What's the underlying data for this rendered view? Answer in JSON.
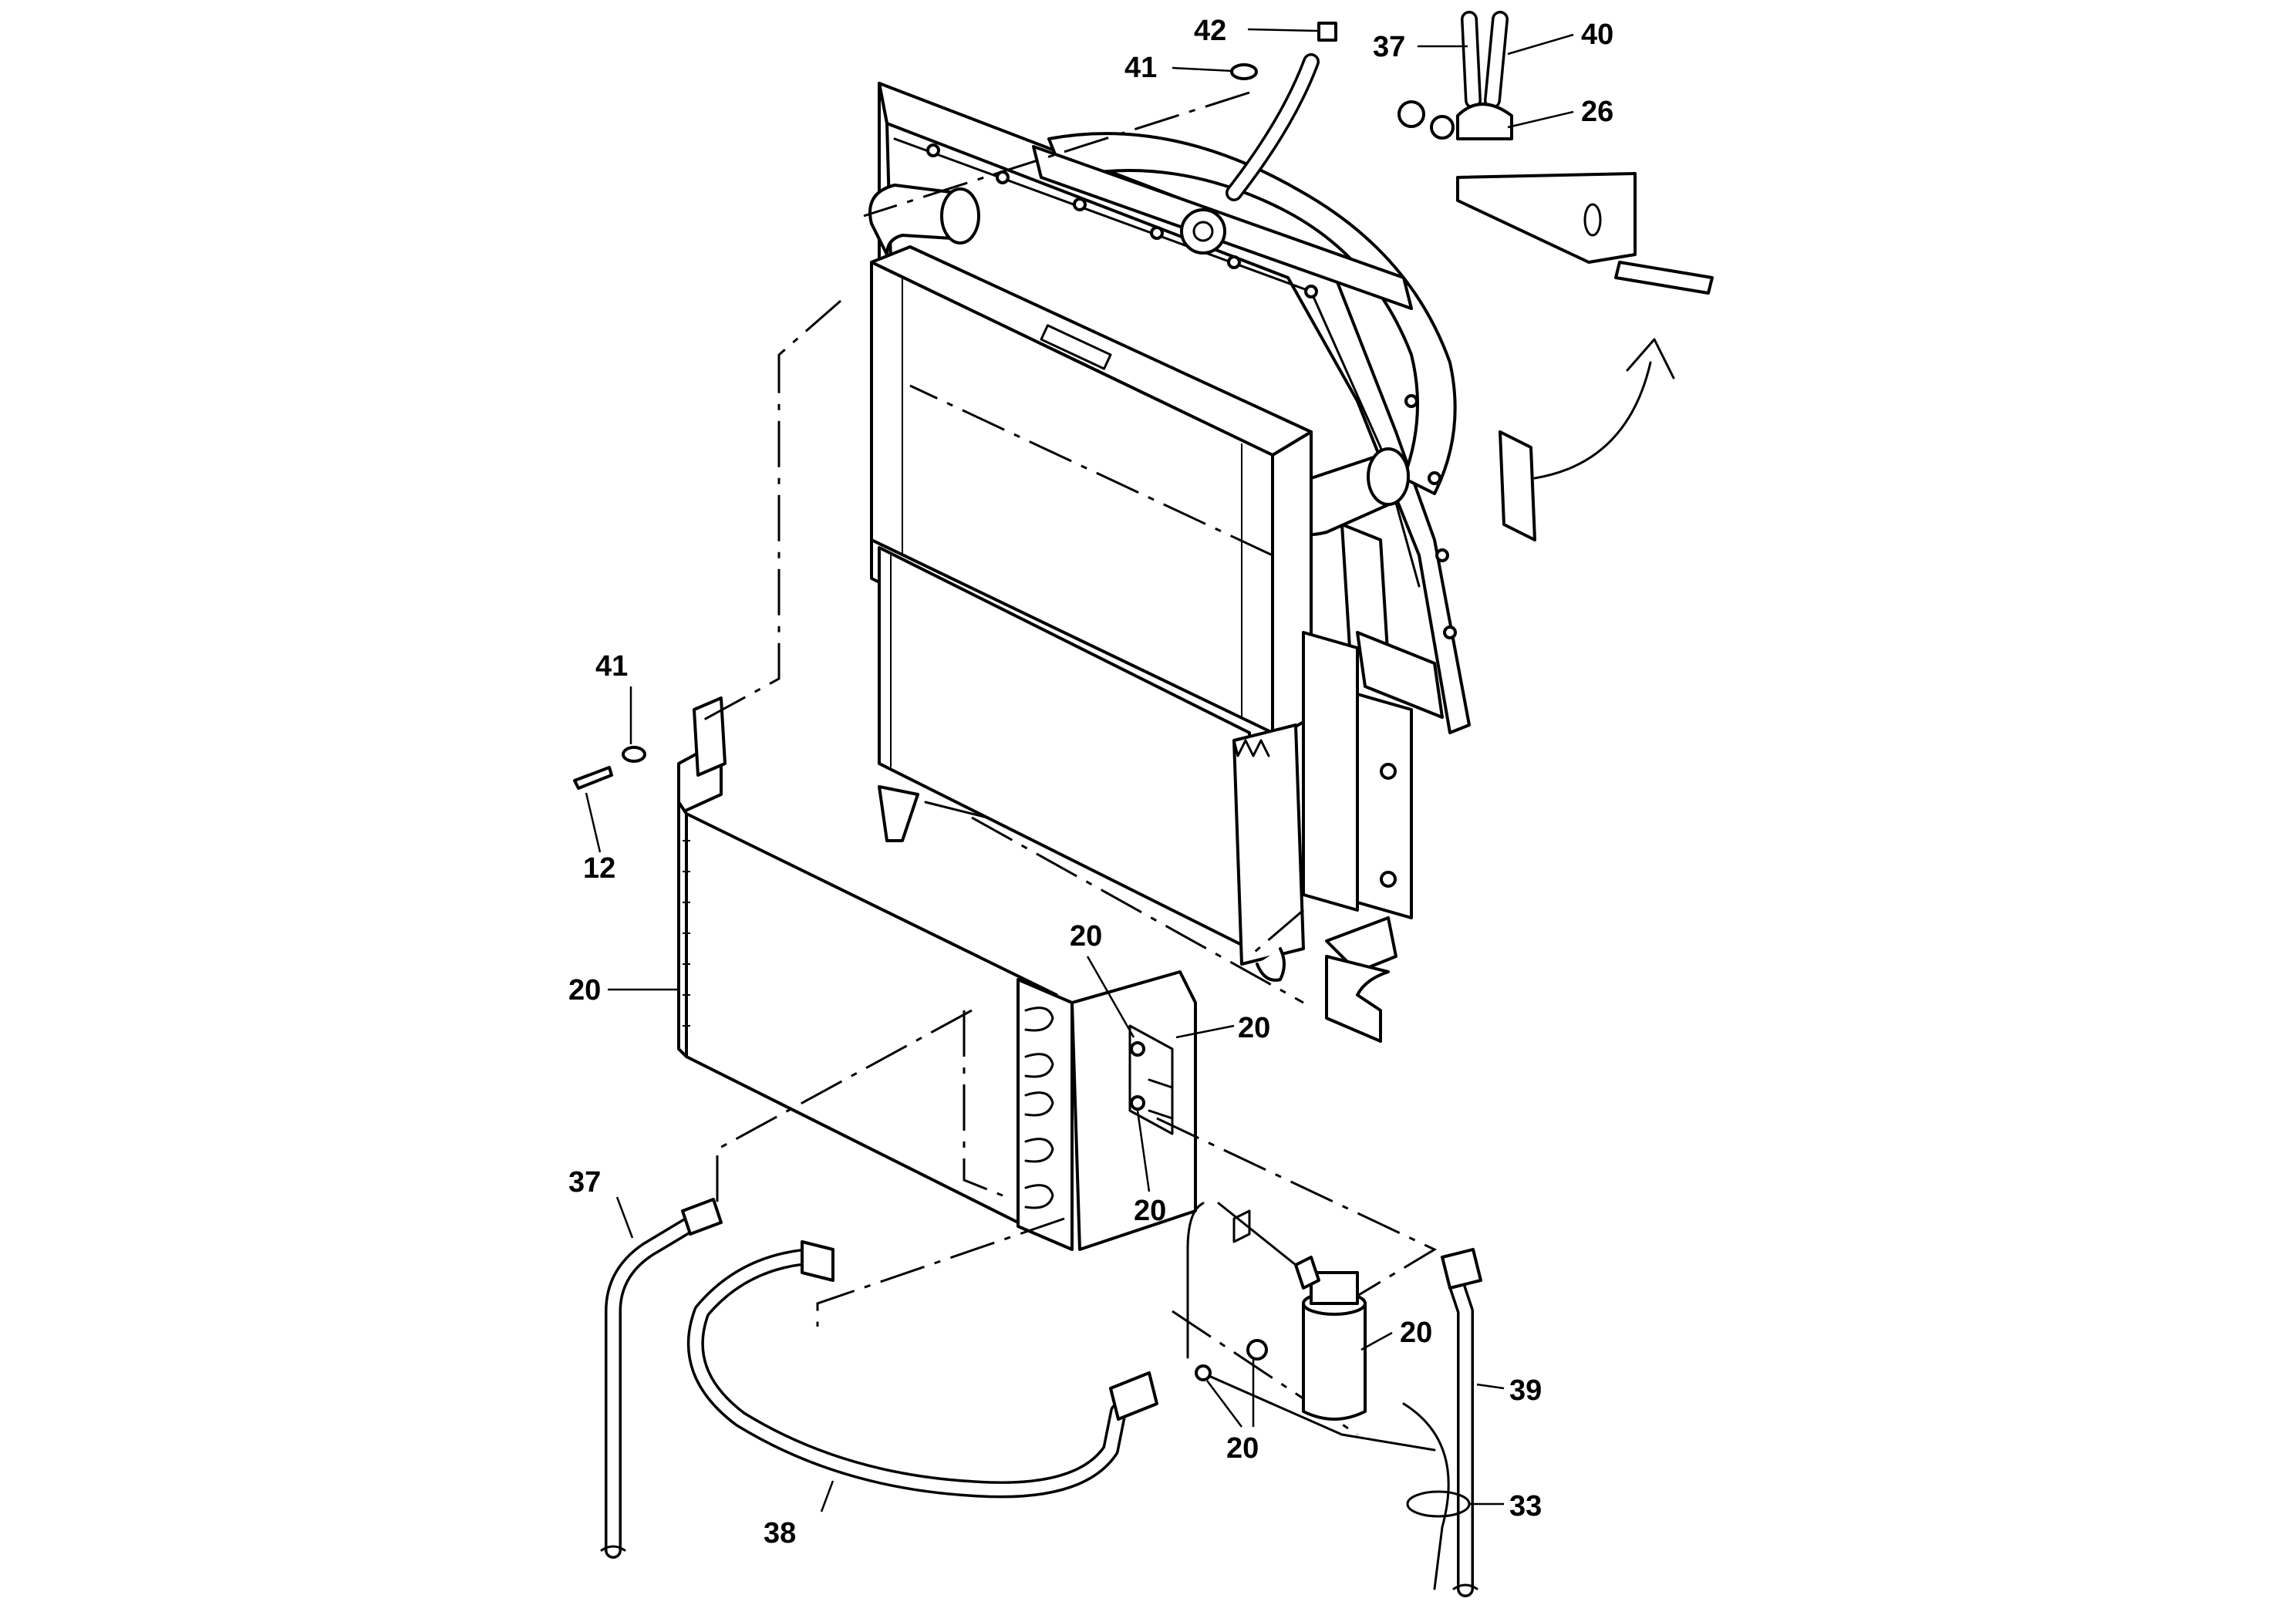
{
  "callouts": {
    "c42": "42",
    "c41_top": "41",
    "c37_top": "37",
    "c40": "40",
    "c26": "26",
    "c41_left": "41",
    "c12": "12",
    "c20_left": "20",
    "c20_a": "20",
    "c20_b": "20",
    "c20_c": "20",
    "c20_d": "20",
    "c20_e": "20",
    "c37_bottom": "37",
    "c38": "38",
    "c39": "39",
    "c33": "33"
  }
}
